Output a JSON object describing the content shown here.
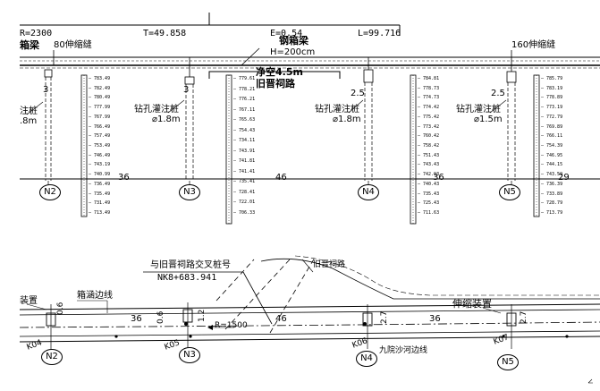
{
  "curve": {
    "R": "R=2300",
    "T": "T=49.858",
    "E": "E=0.54",
    "L": "L=99.716"
  },
  "elevation": {
    "box_girder_left": "箱梁",
    "steel_girder": "钢箱梁",
    "girder_height": "H=200cm",
    "expansion_joint_80": "80伸缩缝",
    "expansion_joint_160": "160伸缩缝",
    "clearance": "净空4.5m",
    "road_name": "旧晋祠路",
    "pile_label": "钻孔灌注桩",
    "pile_dia": "⌀1.8m",
    "pile_dia_n5": "⌀1.5m",
    "pile_dia_left": ".8m",
    "pile_label_left": "注桩",
    "gap_label_3a": "3",
    "gap_label_3b": "3",
    "gap_label_25a": "2.5",
    "gap_label_25b": "2.5",
    "span_36a": "36",
    "span_46": "46",
    "span_36b": "36",
    "span_29": "29",
    "piers": [
      "N2",
      "N3",
      "N4",
      "N5"
    ]
  },
  "plan": {
    "intersection_label": "与旧晋祠路交叉桩号",
    "intersection_station": "NK8+683.941",
    "road_name": "旧晋祠路",
    "culvert_edge": "箱涵边线",
    "expansion_device_left": "装置",
    "expansion_device_right": "伸缩装置",
    "radius": "R=1500",
    "river_edge": "九院沙河边线",
    "span_36a": "36",
    "span_46": "46",
    "span_36b": "36",
    "dim_a": "0.6",
    "dim_b": "1.2",
    "dim_c": "2.7",
    "k04": "K04",
    "k05": "K05",
    "k06": "K06",
    "k07": "K07",
    "piers": [
      "N2",
      "N3",
      "N4",
      "N5"
    ]
  },
  "boreholes": [
    {
      "id": "n2",
      "elevs": [
        "783.49",
        "782.49",
        "780.49",
        "777.99",
        "767.99",
        "766.49",
        "757.49",
        "753.49",
        "746.49",
        "743.19",
        "740.99",
        "736.49",
        "735.49",
        "731.49",
        "713.49"
      ]
    },
    {
      "id": "n3",
      "elevs": [
        "779.61",
        "778.21",
        "776.21",
        "767.11",
        "765.63",
        "754.43",
        "734.11",
        "743.91",
        "741.81",
        "741.41",
        "735.41",
        "728.41",
        "722.01",
        "706.33"
      ]
    },
    {
      "id": "n4",
      "elevs": [
        "784.81",
        "778.73",
        "774.73",
        "774.42",
        "775.42",
        "773.42",
        "760.42",
        "758.42",
        "751.43",
        "743.43",
        "742.93",
        "740.43",
        "735.43",
        "725.43",
        "711.63"
      ]
    },
    {
      "id": "n5",
      "elevs": [
        "785.79",
        "783.19",
        "778.89",
        "773.19",
        "772.79",
        "769.89",
        "766.11",
        "754.39",
        "746.95",
        "744.15",
        "743.59",
        "736.39",
        "733.89",
        "728.79",
        "713.79"
      ]
    }
  ]
}
